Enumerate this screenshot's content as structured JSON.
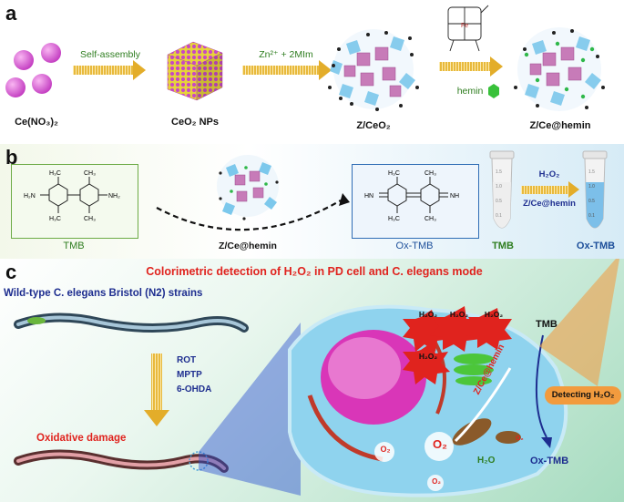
{
  "panel_a": {
    "letter": "a",
    "labels": {
      "ce_no3": "Ce(NO₃)₂",
      "ceo2_nps": "CeO₂ NPs",
      "z_ceo2": "Z/CeO₂",
      "z_ce_hemin": "Z/Ce@hemin"
    },
    "arrows": {
      "self_assembly": "Self-assembly",
      "zn_2mim": "Zn²⁺ + 2MIm",
      "hemin": "hemin"
    }
  },
  "panel_b": {
    "letter": "b",
    "tmb": "TMB",
    "z_ce_hemin": "Z/Ce@hemin",
    "ox_tmb": "Ox-TMB",
    "tube_tmb": "TMB",
    "tube_ox_tmb": "Ox-TMB",
    "arrow_top": "H₂O₂",
    "arrow_bottom": "Z/Ce@hemin",
    "tmb_atoms": {
      "h2n": "H₂N",
      "nh2": "NH₂",
      "ch3": "CH₃",
      "h3c": "H₃C"
    },
    "ox_atoms": {
      "hn": "HN",
      "nh": "NH",
      "ch3": "CH₃",
      "h3c": "H₃C"
    },
    "tube_ticks": [
      "1.5",
      "1.0",
      "0.5",
      "0.1"
    ]
  },
  "panel_c": {
    "letter": "c",
    "title": "Colorimetric detection of H₂O₂ in PD cell and C. elegans mode",
    "wildtype": "Wild-type C. elegans Bristol (N2) strains",
    "treatments": [
      "ROT",
      "MPTP",
      "6-OHDA"
    ],
    "oxidative_damage": "Oxidative damage",
    "h2o2": "H₂O₂",
    "tmb": "TMB",
    "ox_tmb": "Ox-TMB",
    "z_ce_hemin": "Z/Ce@hemin",
    "h2o": "H₂O",
    "o2": "O₂",
    "detecting": "Detecting H₂O₂"
  },
  "colors": {
    "arrow_gold": "#e8b93c",
    "ce_pink": "#d94fd0",
    "title_red": "#e0231e",
    "label_blue": "#1d2d8f",
    "green_text": "#2e7d1f",
    "panel_b_bg": "#e4f1f8",
    "panel_c_bg": "#a9dbc2"
  }
}
